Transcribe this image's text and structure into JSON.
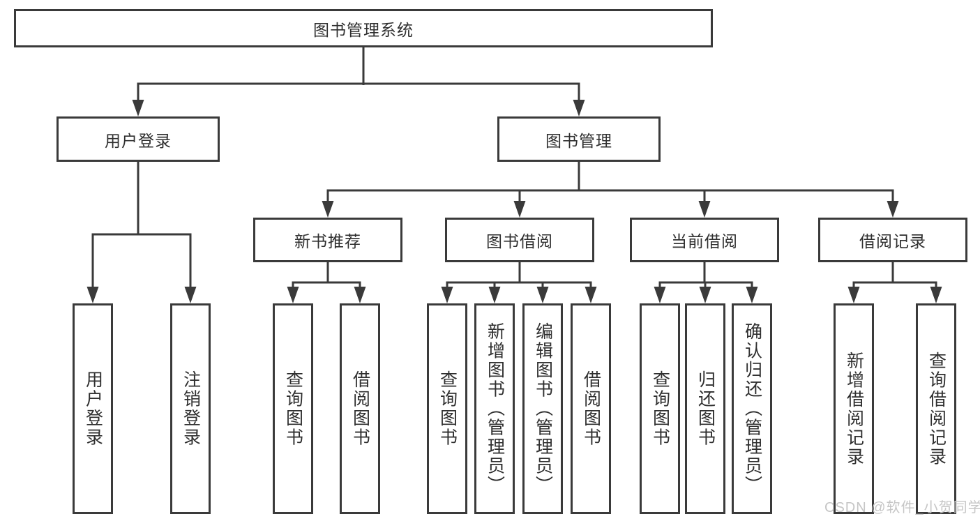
{
  "nodes": {
    "root": {
      "label": "图书管理系统"
    },
    "userLogin": {
      "label": "用户登录"
    },
    "bookMgmt": {
      "label": "图书管理"
    },
    "newBooks": {
      "label": "新书推荐"
    },
    "bookBorrow": {
      "label": "图书借阅"
    },
    "currentBorrow": {
      "label": "当前借阅"
    },
    "borrowHistory": {
      "label": "借阅记录"
    },
    "leafUserLogin": {
      "label": "用户登录"
    },
    "leafLogout": {
      "label": "注销登录"
    },
    "leafQueryBooksNew": {
      "label": "查询图书"
    },
    "leafBorrowBooksNew": {
      "label": "借阅图书"
    },
    "leafQueryBooksBorrow": {
      "label": "查询图书"
    },
    "leafAddBook": {
      "label": "新增图书（管理员）"
    },
    "leafEditBook": {
      "label": "编辑图书（管理员）"
    },
    "leafBorrowBooksBorrow": {
      "label": "借阅图书"
    },
    "leafQueryBooksCurrent": {
      "label": "查询图书"
    },
    "leafReturnBook": {
      "label": "归还图书"
    },
    "leafConfirmReturn": {
      "label": "确认归还（管理员）"
    },
    "leafAddRecord": {
      "label": "新增借阅记录"
    },
    "leafQueryRecord": {
      "label": "查询借阅记录"
    }
  },
  "watermark": {
    "text": "CSDN @软件_小贺同学"
  },
  "colors": {
    "line": "#3a3a3a",
    "text": "#2f2f2f",
    "background": "#ffffff",
    "watermark": "#c6c6c6"
  }
}
